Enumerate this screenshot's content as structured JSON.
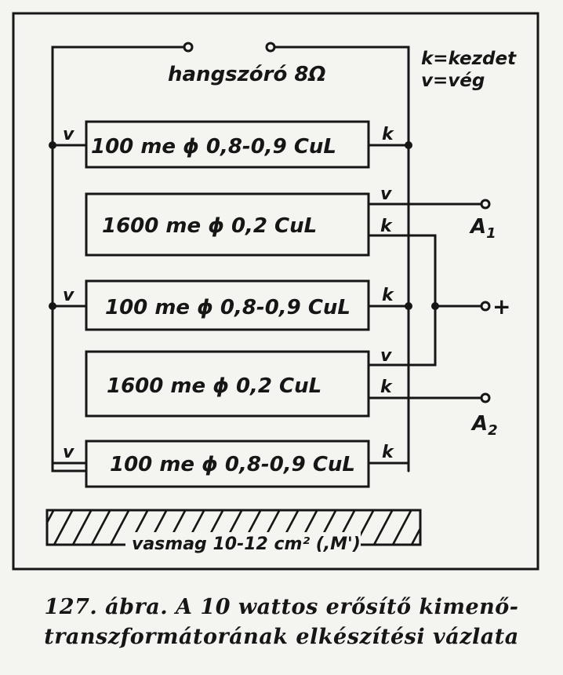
{
  "diagram": {
    "speaker_label": "hangszóró 8Ω",
    "legend_start": "k=kezdet",
    "legend_end": "v=vég",
    "core_label": "vasmag 10-12 cm² (,M')",
    "terminal_plus": "+",
    "terminal_a1": "A",
    "terminal_a1_sub": "1",
    "terminal_a2": "A",
    "terminal_a2_sub": "2",
    "windings": [
      {
        "label": "100 me ɸ 0,8-0,9 CuL",
        "left_end": "v",
        "right_end": "k"
      },
      {
        "label": "1600 me ɸ 0,2 CuL",
        "right_top": "v",
        "right_bottom": "k"
      },
      {
        "label": "100 me ɸ 0,8-0,9 CuL",
        "left_end": "v",
        "right_end": "k"
      },
      {
        "label": "1600 me ɸ 0,2 CuL",
        "right_top": "v",
        "right_bottom": "k"
      },
      {
        "label": "100 me ɸ 0,8-0,9 CuL",
        "left_end": "v",
        "right_end": "k"
      }
    ]
  },
  "caption": {
    "line1": "127. ábra. A 10 wattos erősítő kimenő-",
    "line2": "transzformátorának elkészítési vázlata"
  }
}
